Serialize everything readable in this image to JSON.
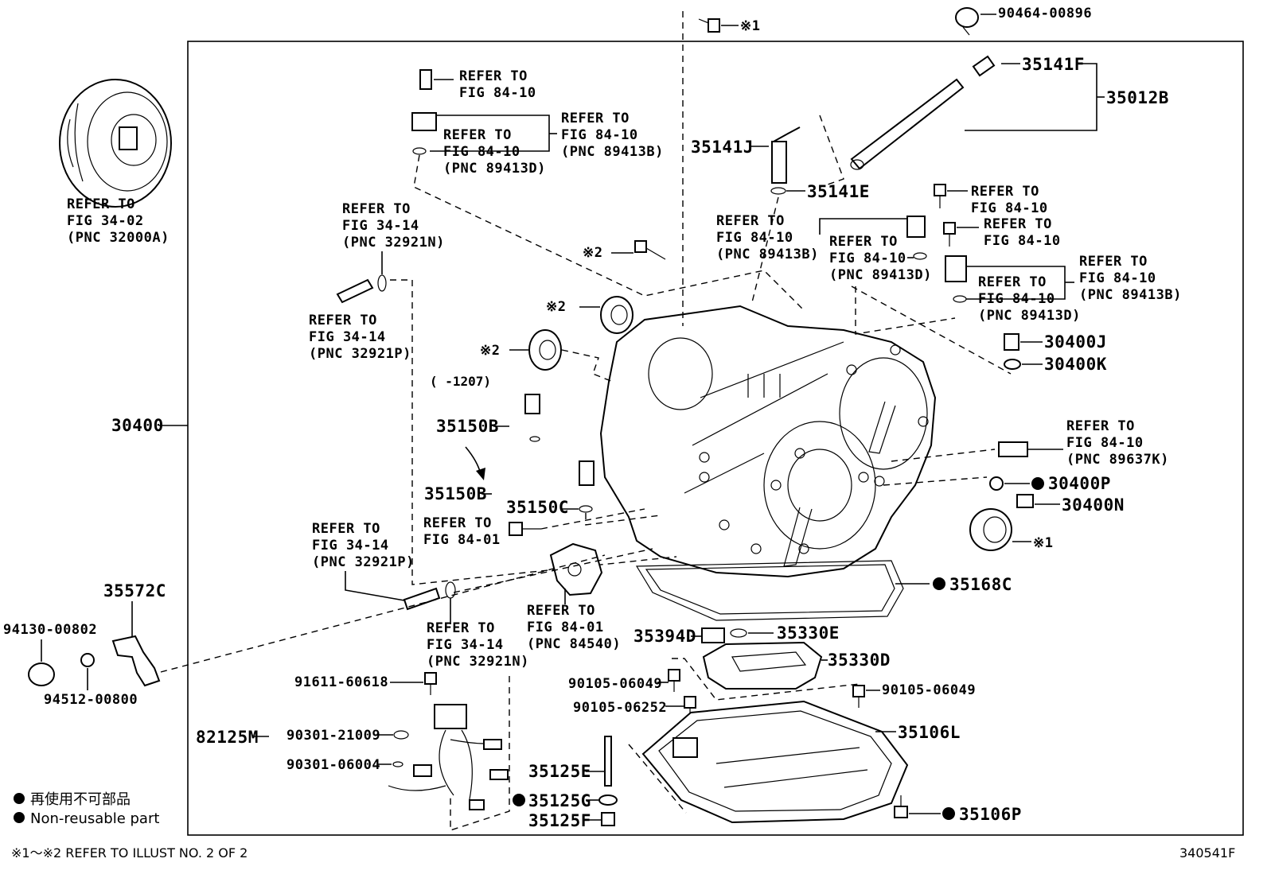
{
  "diagram_id": "340541F",
  "footnote": "※1～※2 REFER TO ILLUST NO. 2 OF 2",
  "legend": {
    "jp": "再使用不可部品",
    "en": "Non-reusable part"
  },
  "markers": {
    "m1": "※1",
    "m2": "※2"
  },
  "labels": {
    "l_tc": [
      "REFER TO",
      "FIG 34-02",
      "(PNC 32000A)"
    ],
    "l_r1": [
      "REFER TO",
      "FIG 84-10"
    ],
    "l_r2": [
      "REFER TO",
      "FIG 84-10",
      "(PNC 89413D)"
    ],
    "l_r3": [
      "REFER TO",
      "FIG 84-10",
      "(PNC 89413B)"
    ],
    "l_r4": [
      "REFER TO",
      "FIG 34-14",
      "(PNC 32921N)"
    ],
    "l_r5": [
      "REFER TO",
      "FIG 34-14",
      "(PNC 32921P)"
    ],
    "l_r6": [
      "REFER TO",
      "FIG 84-10",
      "(PNC 89413B)"
    ],
    "l_r7": [
      "REFER TO",
      "FIG 84-10",
      "(PNC 89413D)"
    ],
    "l_r8": [
      "REFER TO",
      "FIG 84-10"
    ],
    "l_r9": [
      "REFER TO",
      "FIG 84-10"
    ],
    "l_r10": [
      "REFER TO",
      "FIG 84-10",
      "(PNC 89413B)"
    ],
    "l_r11": [
      "REFER TO",
      "FIG 84-10",
      "(PNC 89413D)"
    ],
    "l_r12": [
      "REFER TO",
      "FIG 84-10",
      "(PNC 89637K)"
    ],
    "l_r13": [
      "REFER TO",
      "FIG 84-01"
    ],
    "l_r14": [
      "REFER TO",
      "FIG 34-14",
      "(PNC 32921P)"
    ],
    "l_r15": [
      "REFER TO",
      "FIG 34-14",
      "(PNC 32921N)"
    ],
    "l_r16": [
      "REFER TO",
      "FIG 84-01",
      "(PNC 84540)"
    ],
    "date_range": "(     -1207)"
  },
  "parts": {
    "p30400": "30400",
    "p35012B": "35012B",
    "p35141F": "35141F",
    "p35141J": "35141J",
    "p35141E": "35141E",
    "p90464": "90464-00896",
    "p30400J": "30400J",
    "p30400K": "30400K",
    "p35150B_1": "35150B",
    "p35150B_2": "35150B",
    "p35150C": "35150C",
    "p30400P": "30400P",
    "p30400N": "30400N",
    "p35168C": "35168C",
    "p35572C": "35572C",
    "p94130": "94130-00802",
    "p94512": "94512-00800",
    "p35394D": "35394D",
    "p35330E": "35330E",
    "p35330D": "35330D",
    "p91611": "91611-60618",
    "p90105a": "90105-06049",
    "p90105b": "90105-06049",
    "p90105c": "90105-06252",
    "p82125M": "82125M",
    "p90301a": "90301-21009",
    "p90301b": "90301-06004",
    "p35106L": "35106L",
    "p35125E": "35125E",
    "p35125G": "35125G",
    "p35125F": "35125F",
    "p35106P": "35106P"
  }
}
